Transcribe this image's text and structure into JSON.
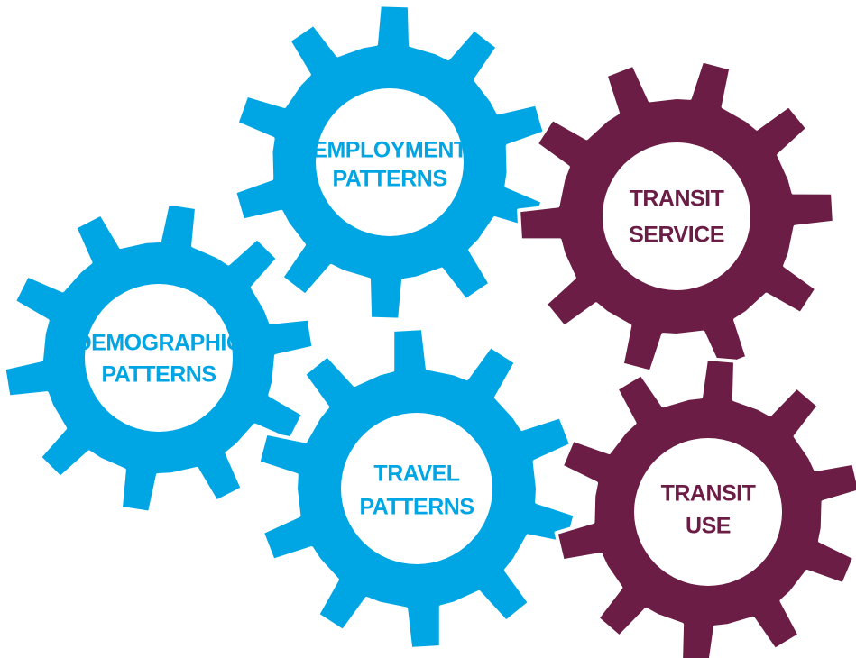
{
  "colors": {
    "blue_gear": "#00A6E4",
    "maroon_gear": "#6B1D45",
    "hub": "#FFFFFF",
    "background": "#FFFFFF"
  },
  "gears": [
    {
      "id": "employment",
      "color_key": "blue_gear",
      "label_lines": [
        "EMPLOYMENT",
        "PATTERNS"
      ]
    },
    {
      "id": "transit-service",
      "color_key": "maroon_gear",
      "label_lines": [
        "TRANSIT",
        "SERVICE"
      ]
    },
    {
      "id": "demographic",
      "color_key": "blue_gear",
      "label_lines": [
        "DEMOGRAPHIC",
        "PATTERNS"
      ]
    },
    {
      "id": "travel",
      "color_key": "blue_gear",
      "label_lines": [
        "TRAVEL",
        "PATTERNS"
      ]
    },
    {
      "id": "transit-use",
      "color_key": "maroon_gear",
      "label_lines": [
        "TRANSIT",
        "USE"
      ]
    }
  ]
}
